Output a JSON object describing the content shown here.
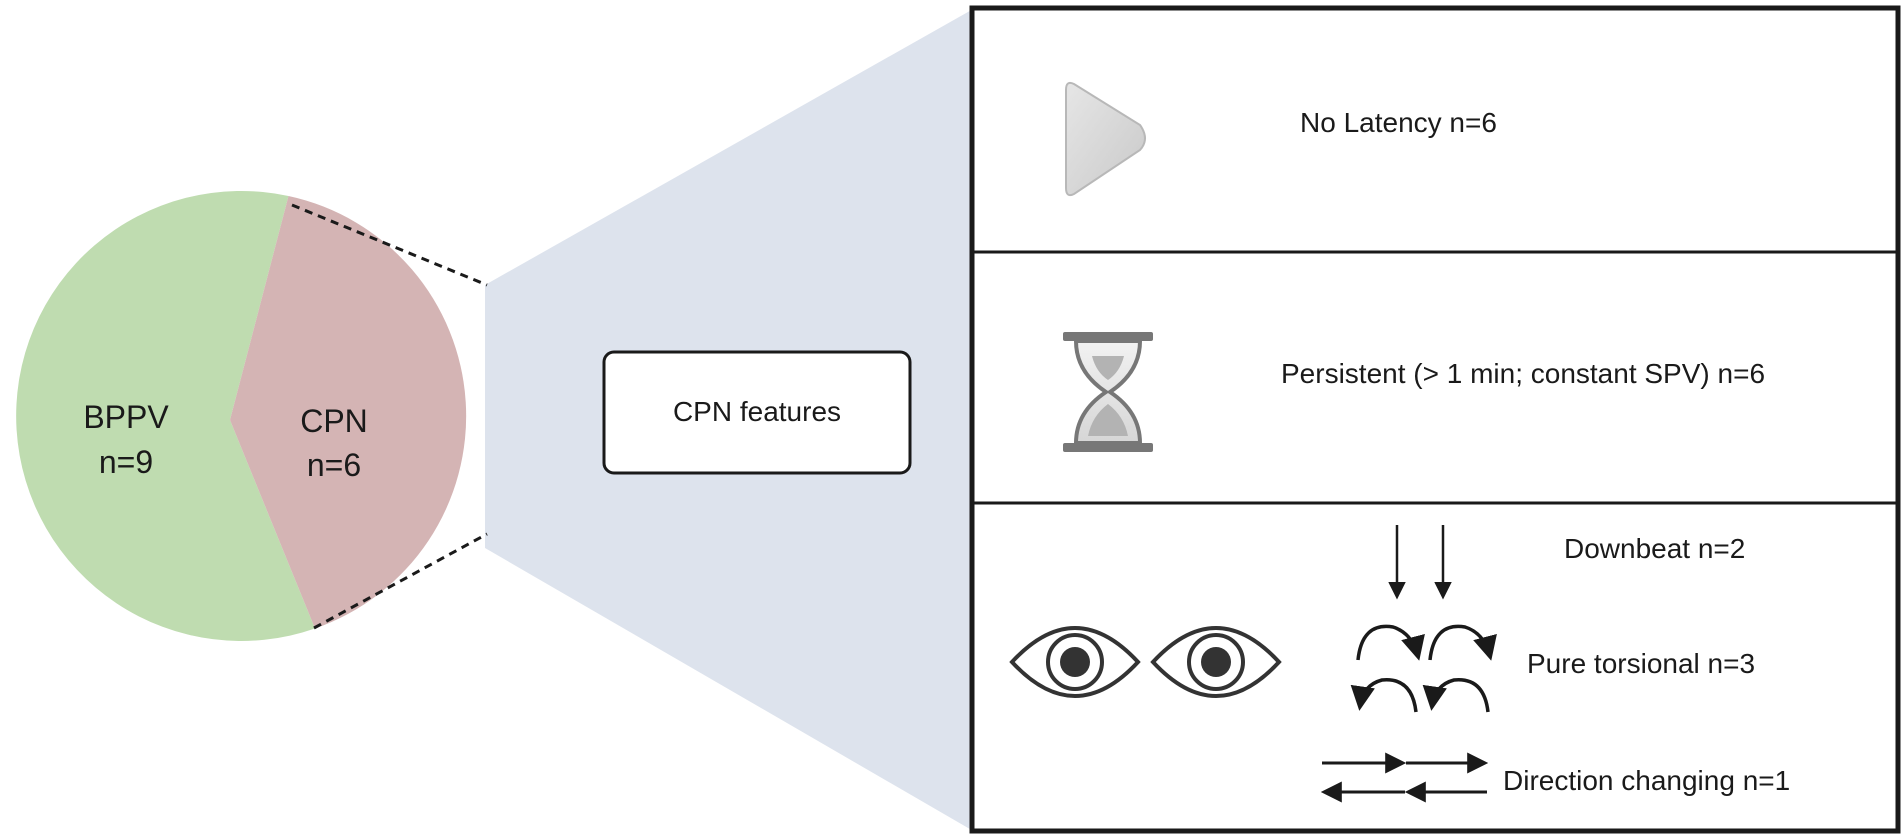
{
  "pie": {
    "slices": [
      {
        "label": "BPPV",
        "count_text": "n=9",
        "value": 9,
        "color": "#bfdcb0"
      },
      {
        "label": "CPN",
        "count_text": "n=6",
        "value": 6,
        "color": "#d4b4b4"
      }
    ]
  },
  "center_box": {
    "label": "CPN features"
  },
  "colors": {
    "funnel": "#dde3ed",
    "frame": "#1a1a1a",
    "icon_gray": "#777777"
  },
  "features": [
    {
      "text": "No Latency n=6",
      "icon": "play-triangle-icon"
    },
    {
      "text": "Persistent (> 1 min; constant SPV) n=6",
      "icon": "hourglass-icon"
    }
  ],
  "nystagmus": {
    "icon": "eyes-icon",
    "types": [
      {
        "text": "Downbeat n=2",
        "icon": "down-arrows-icon"
      },
      {
        "text": "Pure torsional n=3",
        "icon": "curved-arrows-icon"
      },
      {
        "text": "Direction changing n=1",
        "icon": "horizontal-arrows-icon"
      }
    ]
  }
}
